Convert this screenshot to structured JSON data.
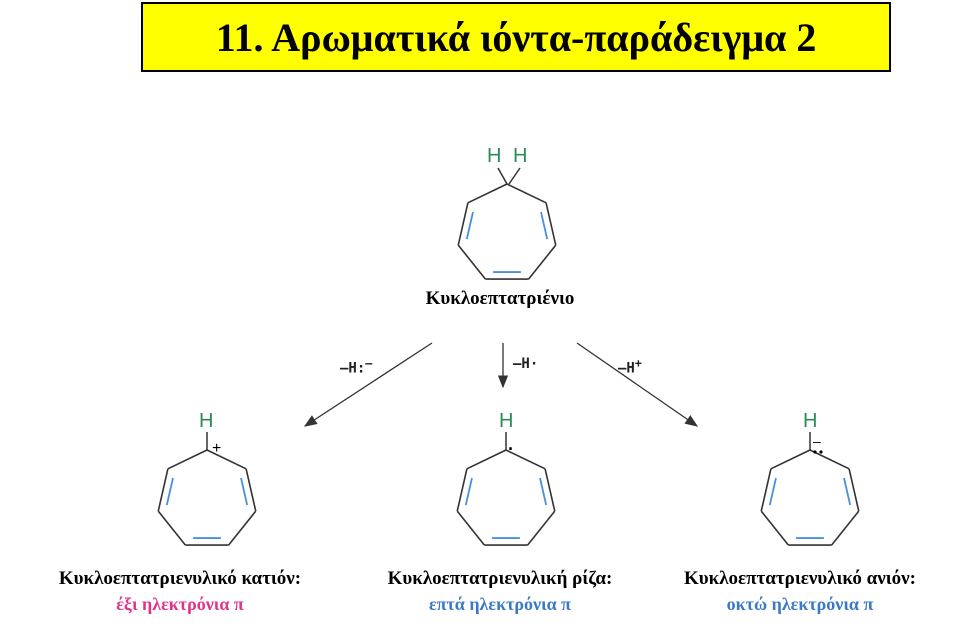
{
  "title": "11. Αρωματικά ιόντα-παράδειγμα 2",
  "colors": {
    "title_bg": "#ffff00",
    "hydrogen": "#2e8b57",
    "double_bond": "#4a90d9",
    "cation_text": "#e0338a",
    "blue_text": "#3a78c8",
    "bond": "#333333",
    "arrow": "#333333"
  },
  "parent": {
    "name": "Κυκλοεπτατριένιο",
    "h_left": "H",
    "h_right": "H"
  },
  "arrows": [
    {
      "label": "–H:",
      "superscript": "–"
    },
    {
      "label": "–H",
      "superscript": "·"
    },
    {
      "label": "–H",
      "superscript": "+"
    }
  ],
  "products": [
    {
      "name": "Κυκλοεπτατριενυλικό κατιόν:",
      "electrons": "έξι ηλεκτρόνια π",
      "h": "H",
      "mark": "+",
      "text_color": "#e0338a"
    },
    {
      "name": "Κυκλοεπτατριενυλική ρίζα:",
      "electrons": "επτά ηλεκτρόνια π",
      "h": "H",
      "mark": "·",
      "text_color": "#3a78c8"
    },
    {
      "name": "Κυκλοεπτατριενυλικό ανιόν:",
      "electrons": "οκτώ ηλεκτρόνια π",
      "h": "H",
      "mark": "–",
      "text_color": "#3a78c8"
    }
  ]
}
